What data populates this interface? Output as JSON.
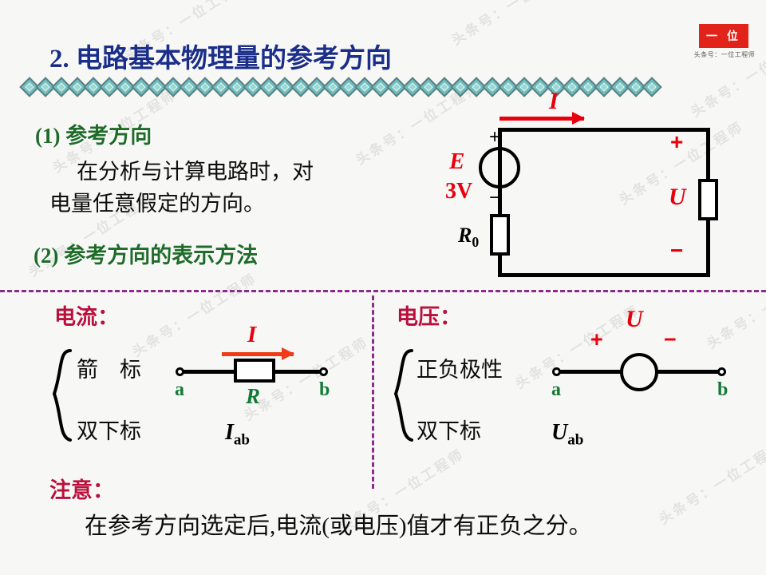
{
  "slide": {
    "background_color": "#f7f7f5",
    "title": "2. 电路基本物理量的参考方向",
    "title_number": "2.",
    "title_text": "电路基本物理量的参考方向",
    "title_color": "#1b2f8a"
  },
  "logo": {
    "badge_text": "一 位",
    "badge_color": "#e2231a",
    "caption": "头条号：一位工程师"
  },
  "section1": {
    "heading": "(1) 参考方向",
    "body_line1": "在分析与计算电路时，对",
    "body_line2": "电量任意假定的方向。",
    "heading_color": "#1f6b2a"
  },
  "section2": {
    "heading": "(2) 参考方向的表示方法",
    "heading_color": "#1f6b2a"
  },
  "circuit_main": {
    "current_label": "I",
    "source_label": "E",
    "source_value": "3V",
    "source_plus": "+",
    "source_minus": "−",
    "internal_resistor_label": "R",
    "internal_resistor_sub": "0",
    "load_voltage_label": "U",
    "load_plus": "+",
    "load_minus": "−",
    "accent_color": "#e8000d"
  },
  "current_panel": {
    "title": "电流：",
    "title_color": "#b9103c",
    "method1": "箭　标",
    "method2": "双下标",
    "arrow_label": "I",
    "resistor_label": "R",
    "terminal_a": "a",
    "terminal_b": "b",
    "double_subscript": "I",
    "double_subscript_sub": "ab",
    "arrow_color": "#ef3b16",
    "label_color": "#137a36"
  },
  "voltage_panel": {
    "title": "电压：",
    "title_color": "#b9103c",
    "method1": "正负极性",
    "method2": "双下标",
    "element_label": "U",
    "plus": "+",
    "minus": "−",
    "terminal_a": "a",
    "terminal_b": "b",
    "double_subscript": "U",
    "double_subscript_sub": "ab",
    "label_color": "#137a36"
  },
  "note": {
    "title": "注意：",
    "title_color": "#b9103c",
    "text": "在参考方向选定后,电流(或电压)值才有正负之分。"
  },
  "separators": {
    "color": "#8e2a8e",
    "style": "dashed"
  },
  "watermarks": {
    "text": "头条号：一位工程师"
  }
}
